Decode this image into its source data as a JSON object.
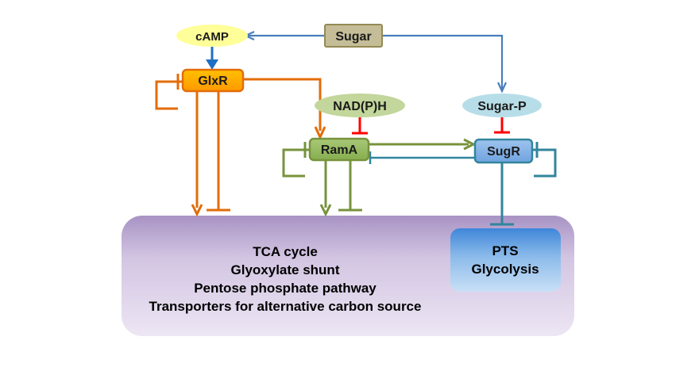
{
  "nodes": {
    "sugar": "Sugar",
    "camp": "cAMP",
    "glxr": "GlxR",
    "nadph": "NAD(P)H",
    "ramA": "RamA",
    "sugar_p": "Sugar-P",
    "sugR": "SugR"
  },
  "targets": {
    "metabolism": [
      "TCA cycle",
      "Glyoxylate shunt",
      "Pentose phosphate pathway",
      "Transporters for alternative carbon source"
    ],
    "pts_box": [
      "PTS",
      "Glycolysis"
    ]
  },
  "colors": {
    "glxr": "#E36C0A",
    "ramA": "#77933C",
    "sugR": "#31859C",
    "sugar_link": "#4A7EBB",
    "inhibit_red": "#FF0000",
    "metabolism_bg": "#C3B4D8",
    "pts_bg": "#4F8FD6"
  }
}
